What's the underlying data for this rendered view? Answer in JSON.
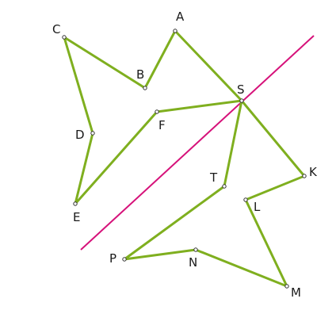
{
  "colors": {
    "polygon_stroke": "#7faf1f",
    "axis_line": "#d6127a",
    "vertex_outline": "#333333",
    "label_text": "#1a1a1a"
  },
  "points": [
    {
      "id": "A",
      "label": "A"
    },
    {
      "id": "B",
      "label": "B"
    },
    {
      "id": "C",
      "label": "C"
    },
    {
      "id": "D",
      "label": "D"
    },
    {
      "id": "E",
      "label": "E"
    },
    {
      "id": "F",
      "label": "F"
    },
    {
      "id": "S",
      "label": "S"
    },
    {
      "id": "T",
      "label": "T"
    },
    {
      "id": "K",
      "label": "K"
    },
    {
      "id": "L",
      "label": "L"
    },
    {
      "id": "M",
      "label": "M"
    },
    {
      "id": "N",
      "label": "N"
    },
    {
      "id": "P",
      "label": "P"
    }
  ],
  "polygon_order": [
    "A",
    "B",
    "C",
    "D",
    "E",
    "F",
    "S",
    "T",
    "P",
    "N",
    "M",
    "L",
    "K",
    "S",
    "A"
  ]
}
